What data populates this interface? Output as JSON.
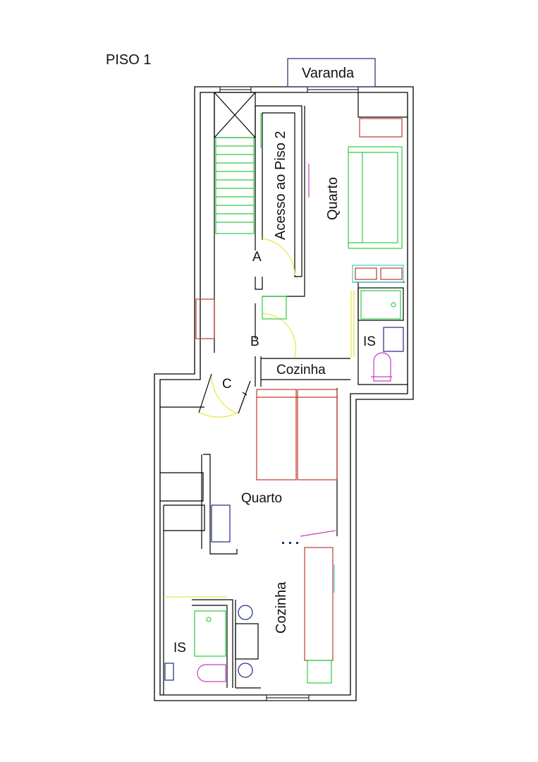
{
  "floor_label": "PISO 1",
  "balcony_label": "Varanda",
  "stair_label": "Acesso ao Piso 2",
  "rooms": {
    "upper_bedroom": "Quarto",
    "upper_bathroom": "IS",
    "upper_kitchen": "Cozinha",
    "lower_bedroom": "Quarto",
    "lower_kitchen": "Cozinha",
    "lower_bathroom": "IS"
  },
  "doors": {
    "a": "A",
    "b": "B",
    "c": "C"
  },
  "colors": {
    "wall": "#000000",
    "bed": "#c0392b",
    "sofa": "#2ecc40",
    "door_swing": "#e8e84a",
    "sanitary": "#c040c0",
    "appliance": "#1f2a80",
    "cabinet": "#3cc8c8"
  }
}
